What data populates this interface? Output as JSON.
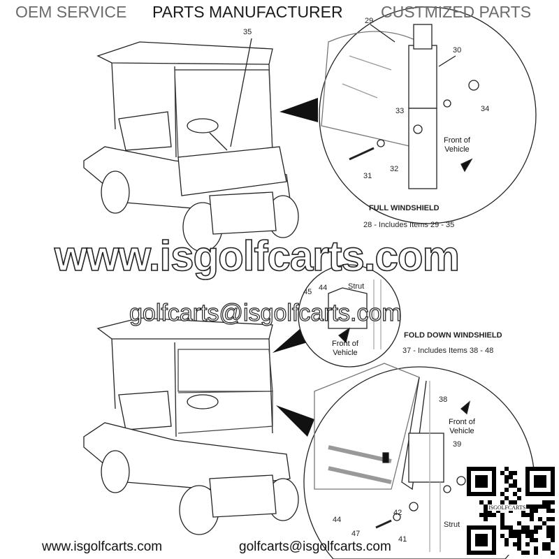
{
  "header": {
    "left": "OEM SERVICE",
    "center": "PARTS MANUFACTURER",
    "right": "CUSTMIZED PARTS"
  },
  "full_windshield": {
    "title": "FULL WINDSHIELD",
    "subtitle": "28 - Includes Items 29 - 35",
    "callouts": [
      "29",
      "30",
      "31",
      "32",
      "33",
      "34",
      "35"
    ],
    "front_label_1": "Front of",
    "front_label_2": "Vehicle"
  },
  "fold_down_windshield": {
    "title": "FOLD DOWN WINDSHIELD",
    "subtitle": "37 - Includes Items 38 - 48",
    "detail_callouts": [
      "44",
      "45"
    ],
    "strut_label": "Strut",
    "callouts": [
      "38",
      "39",
      "41",
      "42",
      "44",
      "47"
    ],
    "strut_label_2": "Strut",
    "front_label_1": "Front of",
    "front_label_2": "Vehicle"
  },
  "watermark": {
    "website": "www.isgolfcarts.com",
    "email": "golfcarts@isgolfcarts.com"
  },
  "qr": {
    "label": "ISGOLFCARTS"
  },
  "footer": {
    "website": "www.isgolfcarts.com",
    "email": "golfcarts@isgolfcarts.com"
  }
}
